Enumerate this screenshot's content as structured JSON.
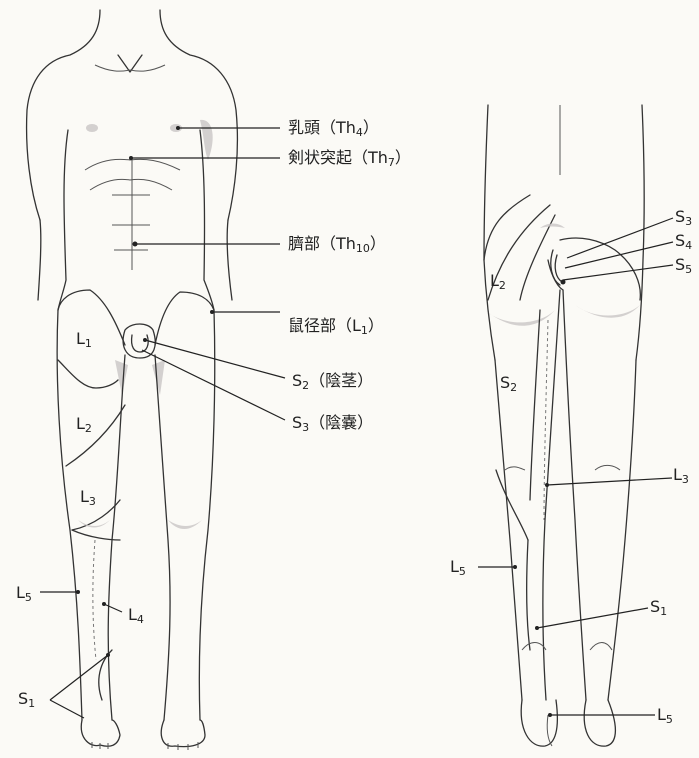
{
  "front": {
    "nipple": {
      "text": "乳頭（Th",
      "sub": "4",
      "close": "）"
    },
    "xiphoid": {
      "text": "剣状突起（Th",
      "sub": "7",
      "close": "）"
    },
    "navel": {
      "text": "臍部（Th",
      "sub": "10",
      "close": "）"
    },
    "groin": {
      "text": "鼠径部（L",
      "sub": "1",
      "close": "）"
    },
    "penis": {
      "text": "S",
      "sub": "2",
      "close": "（陰茎）"
    },
    "scrotum": {
      "text": "S",
      "sub": "3",
      "close": "（陰嚢）"
    },
    "L1": {
      "text": "L",
      "sub": "1"
    },
    "L2": {
      "text": "L",
      "sub": "2"
    },
    "L3": {
      "text": "L",
      "sub": "3"
    },
    "L4": {
      "text": "L",
      "sub": "4"
    },
    "L5": {
      "text": "L",
      "sub": "5"
    },
    "S1": {
      "text": "S",
      "sub": "1"
    }
  },
  "back": {
    "S3": {
      "text": "S",
      "sub": "3"
    },
    "S4": {
      "text": "S",
      "sub": "4"
    },
    "S5": {
      "text": "S",
      "sub": "5"
    },
    "L2": {
      "text": "L",
      "sub": "2"
    },
    "S2": {
      "text": "S",
      "sub": "2"
    },
    "L3": {
      "text": "L",
      "sub": "3"
    },
    "L5_left": {
      "text": "L",
      "sub": "5"
    },
    "S1": {
      "text": "S",
      "sub": "1"
    },
    "L5_bottom": {
      "text": "L",
      "sub": "5"
    }
  },
  "colors": {
    "ink": "#222222",
    "shade": "#c9c6c6",
    "background": "#fbfaf6"
  }
}
